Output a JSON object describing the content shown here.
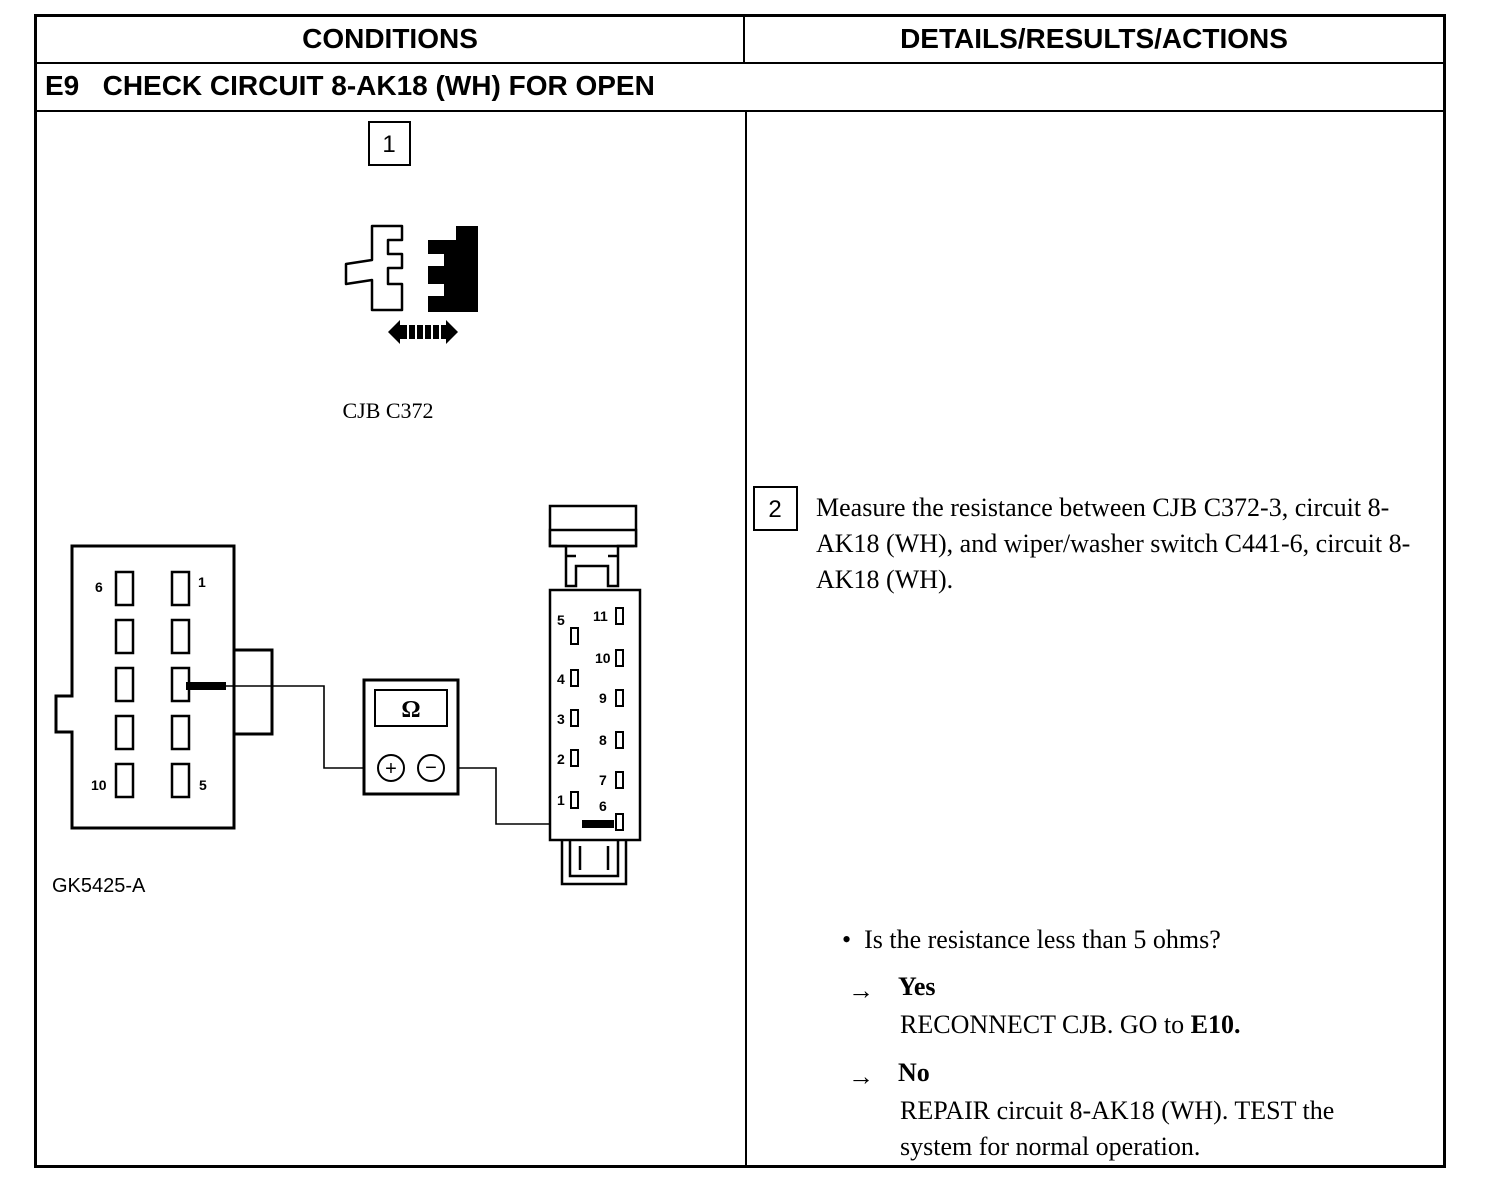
{
  "header": {
    "conditions": "CONDITIONS",
    "details": "DETAILS/RESULTS/ACTIONS"
  },
  "step": {
    "id": "E9",
    "title": "CHECK CIRCUIT 8-AK18 (WH) FOR OPEN"
  },
  "conditions": {
    "step1_number": "1",
    "connector_label": "CJB C372",
    "meter_symbol": "Ω",
    "meter_plus": "+",
    "meter_minus": "−",
    "left_connector_pins": [
      "6",
      "1",
      "10",
      "5"
    ],
    "right_connector_pins": [
      "5",
      "11",
      "10",
      "4",
      "9",
      "3",
      "8",
      "2",
      "7",
      "1",
      "6"
    ],
    "figure_id": "GK5425-A"
  },
  "details": {
    "step2_number": "2",
    "step2_text": "Measure the resistance between CJB C372-3, circuit 8-AK18 (WH), and wiper/washer switch C441-6, circuit 8-AK18 (WH).",
    "question": "Is the resistance less than 5 ohms?",
    "yes_label": "Yes",
    "yes_action_text": "RECONNECT CJB. GO to ",
    "yes_action_bold": "E10.",
    "no_label": "No",
    "no_action_line1": "REPAIR circuit 8-AK18 (WH). TEST the",
    "no_action_line2": "system for normal operation."
  }
}
